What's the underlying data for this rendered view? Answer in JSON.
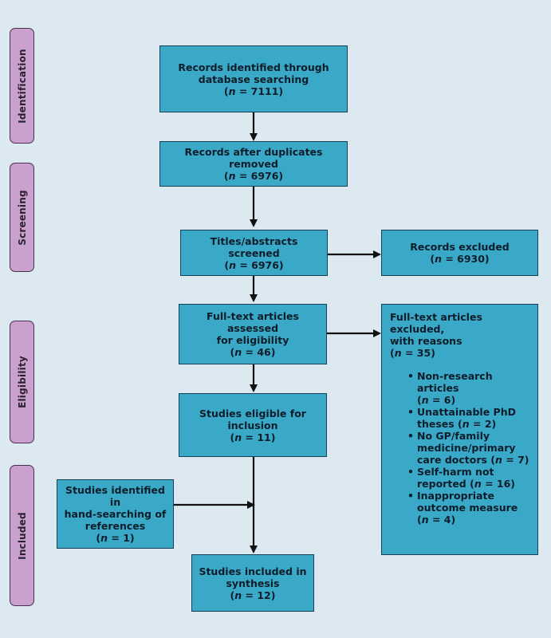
{
  "phases": {
    "identification": "Identification",
    "screening": "Screening",
    "eligibility": "Eligibility",
    "included": "Included"
  },
  "boxes": {
    "identified": {
      "line1": "Records identified through",
      "line2": "database searching",
      "n_prefix": "(",
      "n_var": "n",
      "n_value": " = 7111)"
    },
    "after_duplicates": {
      "line1": "Records after duplicates removed",
      "n_prefix": "(",
      "n_var": "n",
      "n_value": " = 6976)"
    },
    "screened": {
      "line1": "Titles/abstracts screened",
      "n_prefix": "(",
      "n_var": "n",
      "n_value": " = 6976)"
    },
    "records_excluded": {
      "line1": "Records excluded",
      "n_prefix": "(",
      "n_var": "n",
      "n_value": " = 6930)"
    },
    "fulltext_assessed": {
      "line1": "Full-text articles assessed",
      "line2": "for eligibility",
      "n_prefix": "(",
      "n_var": "n",
      "n_value": " = 46)"
    },
    "fulltext_excluded": {
      "line1": "Full-text articles excluded,",
      "line2": "with reasons",
      "n_prefix": "(",
      "n_var": "n",
      "n_value": " = 35)",
      "reasons": [
        {
          "text1": "Non-research articles",
          "text2": "(",
          "n_var": "n",
          "n_value": " = 6)"
        },
        {
          "text1": "Unattainable PhD",
          "text2": "theses (",
          "n_var": "n",
          "n_value": " = 2)"
        },
        {
          "text1": "No GP/family",
          "text1b": "medicine/primary",
          "text2": "care doctors (",
          "n_var": "n",
          "n_value": " = 7)"
        },
        {
          "text1": "Self-harm not",
          "text2": "reported (",
          "n_var": "n",
          "n_value": " = 16)"
        },
        {
          "text1": "Inappropriate",
          "text1b": "outcome measure",
          "text2": "(",
          "n_var": "n",
          "n_value": " = 4)"
        }
      ]
    },
    "eligible": {
      "line1": "Studies eligible for",
      "line2": "inclusion",
      "n_prefix": "(",
      "n_var": "n",
      "n_value": " = 11)"
    },
    "hand_search": {
      "line1": "Studies identified in",
      "line2": "hand-searching of",
      "line3": "references",
      "n_prefix": "(",
      "n_var": "n",
      "n_value": " = 1)"
    },
    "included": {
      "line1": "Studies included in",
      "line2": "synthesis",
      "n_prefix": "(",
      "n_var": "n",
      "n_value": " = 12)"
    }
  },
  "colors": {
    "box_fill": "#3aa9c8",
    "phase_fill": "#caa1cd",
    "background": "#dde9f1",
    "arrow": "#111111"
  }
}
